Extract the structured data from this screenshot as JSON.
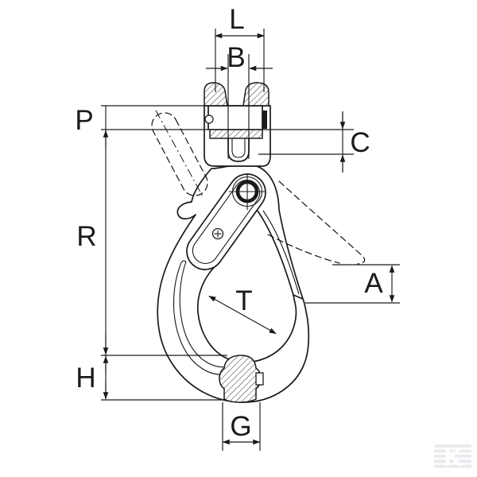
{
  "dim_labels": {
    "l": "L",
    "b": "B",
    "p": "P",
    "c": "C",
    "r": "R",
    "a": "A",
    "t": "T",
    "h": "H",
    "g": "G"
  },
  "watermark": {
    "letter": "K"
  },
  "colors": {
    "ink": "#1a1a1a",
    "paper": "#ffffff",
    "watermark_gray": "#e9ebee"
  }
}
